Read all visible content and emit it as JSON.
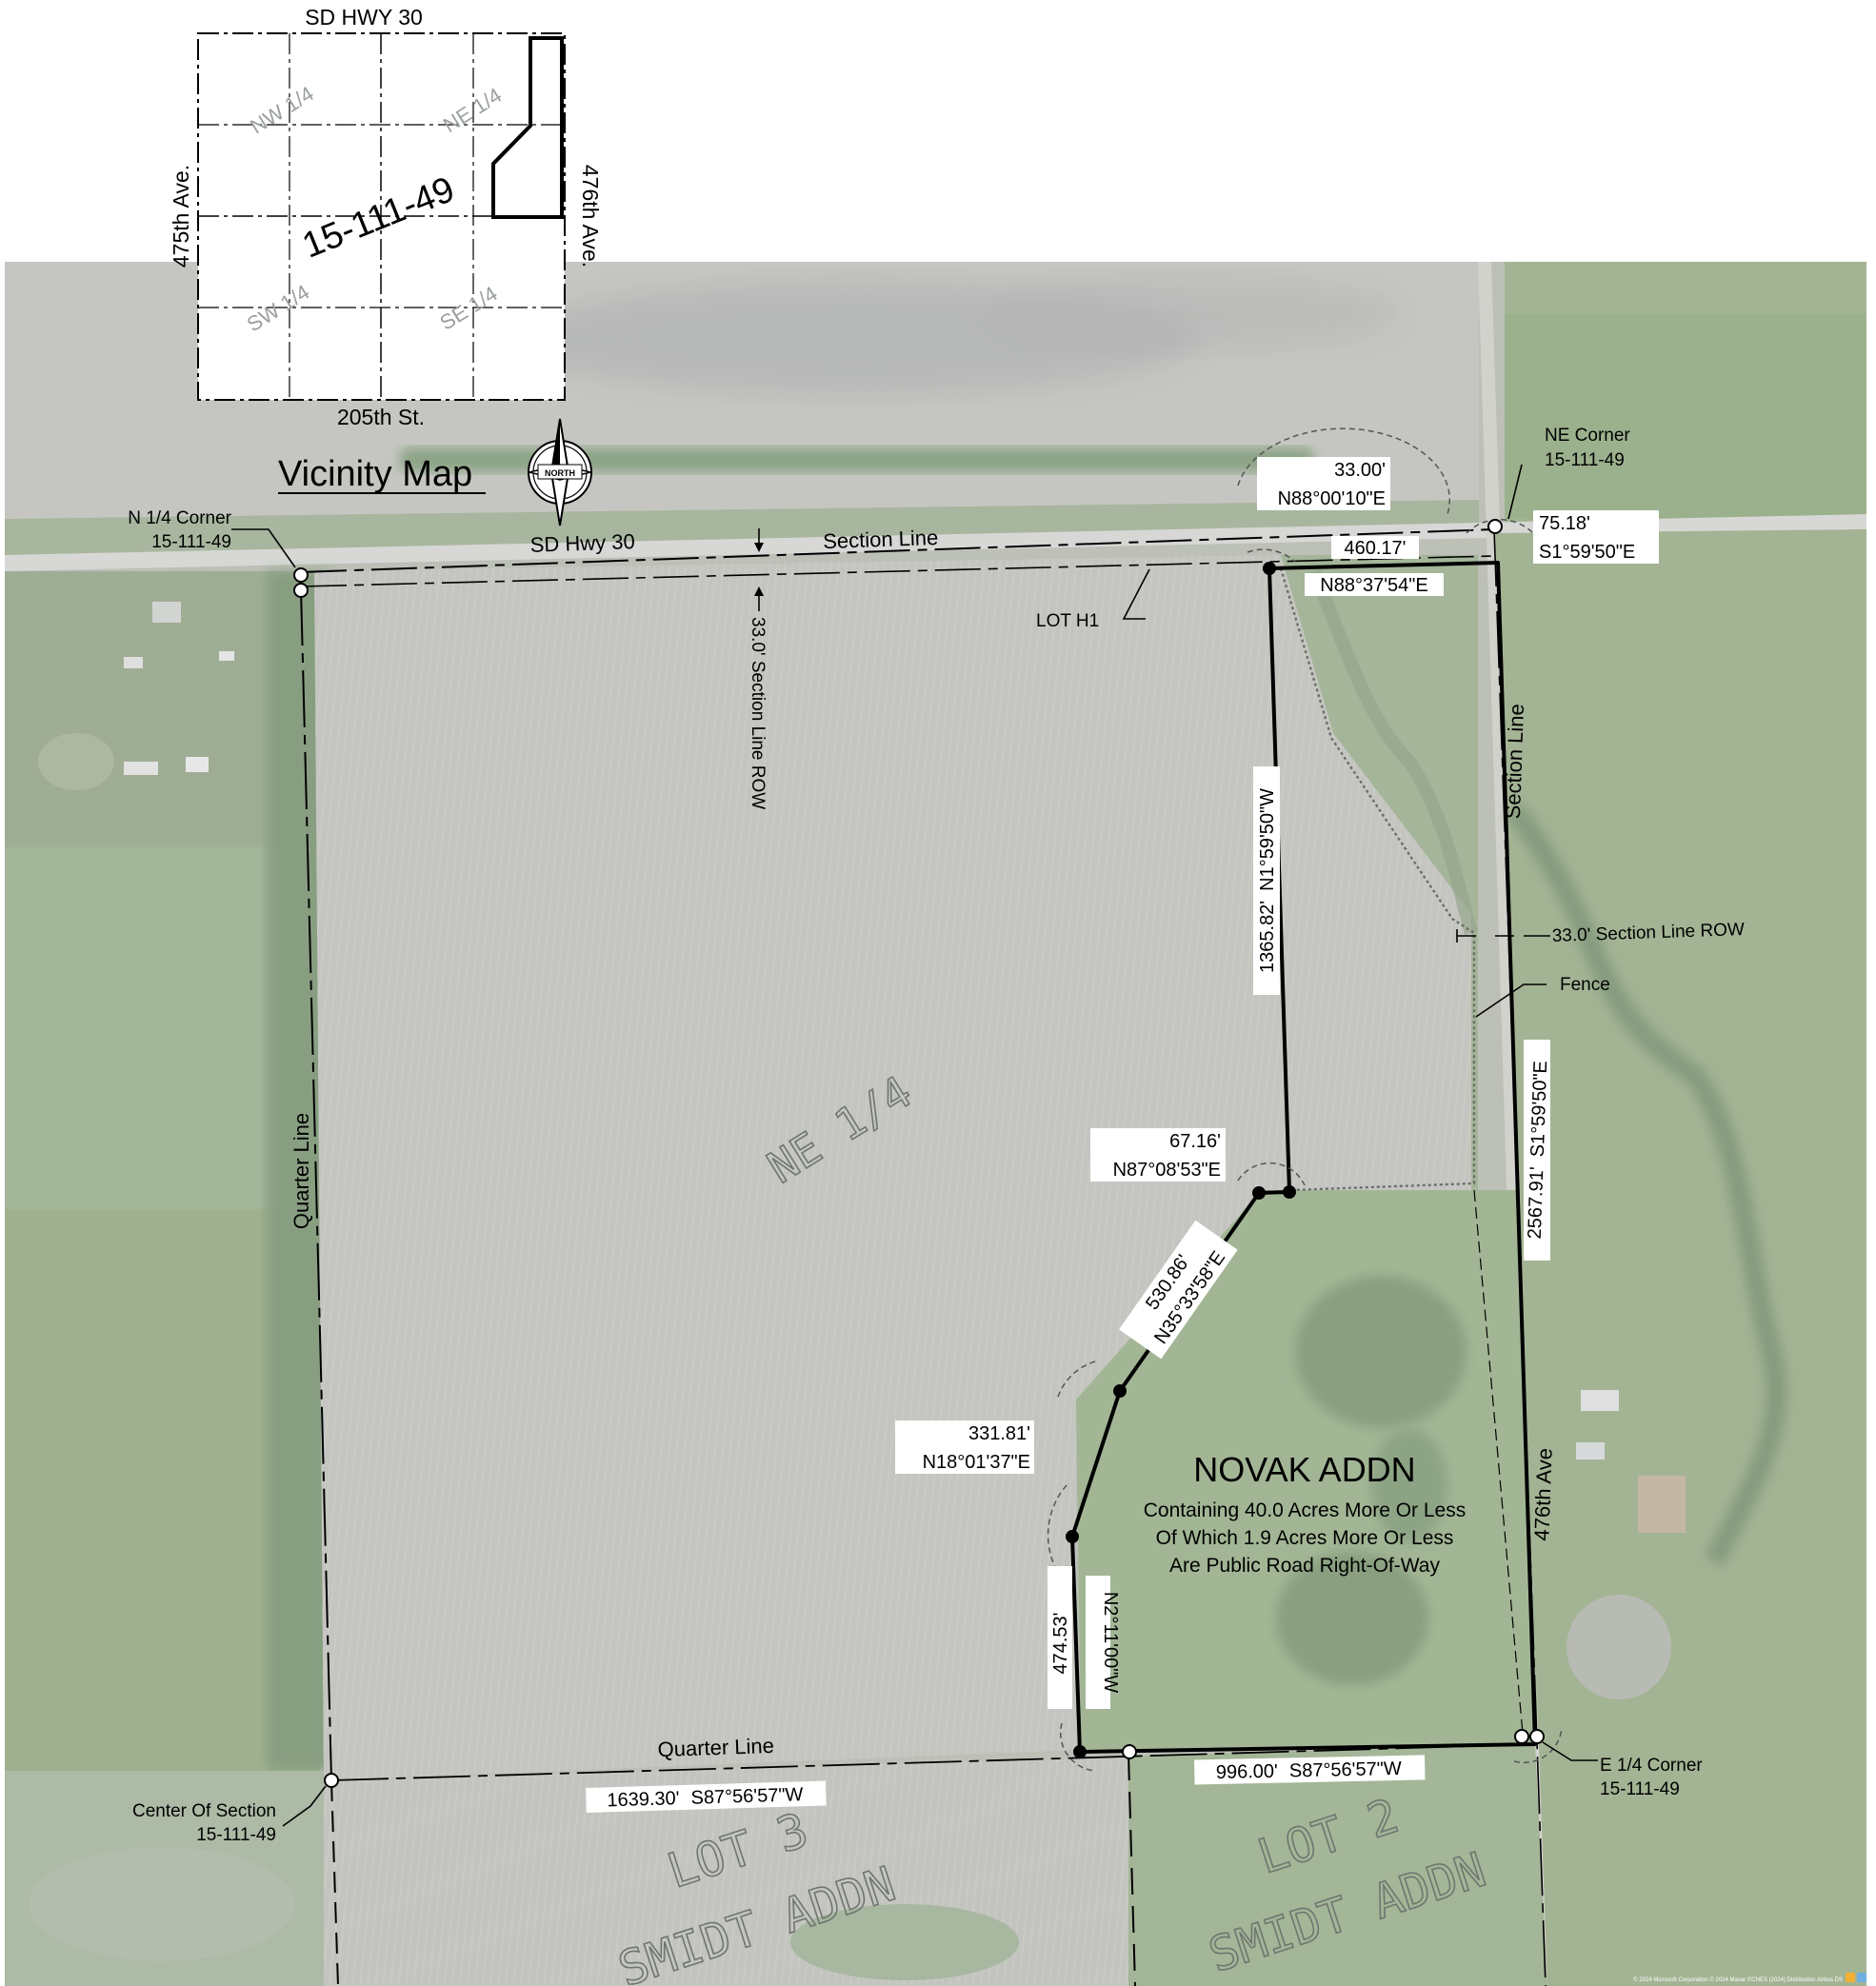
{
  "vicinity_map": {
    "title": "Vicinity Map",
    "north_label": "NORTH",
    "section_label": "15-111-49",
    "top_road": "SD HWY 30",
    "bottom_road": "205th St.",
    "left_road": "475th Ave.",
    "right_road": "476th Ave.",
    "quarters": {
      "nw": "NW 1/4",
      "ne": "NE 1/4",
      "sw": "SW 1/4",
      "se": "SE 1/4"
    }
  },
  "roads": {
    "highway": "SD Hwy 30",
    "avenue": "476th Ave"
  },
  "lines": {
    "section_line_top": "Section Line",
    "section_line_right": "Section Line",
    "quarter_line_left": "Quarter Line",
    "quarter_line_bottom": "Quarter Line",
    "row_left": "33.0' Section Line ROW",
    "row_right": "33.0' Section Line ROW",
    "fence": "Fence",
    "lot_h1": "LOT H1"
  },
  "corners": {
    "n_quarter": [
      "N 1/4 Corner",
      "15-111-49"
    ],
    "ne": [
      "NE Corner",
      "15-111-49"
    ],
    "center": [
      "Center Of Section",
      "15-111-49"
    ],
    "e_quarter": [
      "E 1/4 Corner",
      "15-111-49"
    ]
  },
  "parcel": {
    "name": "NOVAK ADDN",
    "description": [
      "Containing 40.0 Acres More Or Less",
      "Of Which 1.9 Acres More Or Less",
      "Are Public Road Right-Of-Way"
    ]
  },
  "calls": {
    "ne_tie": {
      "distance": "33.00'",
      "bearing": "N88°00'10\"E"
    },
    "ne_row": {
      "distance": "75.18'",
      "bearing": "S1°59'50\"E"
    },
    "north_line": {
      "distance": "460.17'",
      "bearing": "N88°37'54\"E"
    },
    "west_upper": {
      "distance": "1365.82'",
      "bearing": "N1°59'50\"W"
    },
    "jog": {
      "distance": "67.16'",
      "bearing": "N87°08'53\"E"
    },
    "diag_upper": {
      "distance": "530.86'",
      "bearing": "N35°33'58\"E"
    },
    "diag_lower": {
      "distance": "331.81'",
      "bearing": "N18°01'37\"E"
    },
    "west_lower": {
      "distance": "474.53'",
      "bearing": "N2°11'00\"W"
    },
    "south_left": {
      "distance": "1639.30'",
      "bearing": "S87°56'57\"W"
    },
    "south_right": {
      "distance": "996.00'",
      "bearing": "S87°56'57\"W"
    },
    "east_line": {
      "distance": "2567.91'",
      "bearing": "S1°59'50\"E"
    }
  },
  "areas": {
    "ne_quarter": "NE 1/4",
    "lot3": [
      "LOT 3",
      "SMIDT ADDN"
    ],
    "lot2": [
      "LOT 2",
      "SMIDT ADDN"
    ]
  },
  "attribution": "© 2024 Microsoft Corporation © 2024 Maxar ©CNES (2024) Distribution Airbus DS",
  "colors": {
    "field": "#b7b8b1",
    "grass": "#8ea17e",
    "woods": "#6f8a68",
    "boundary": "#000000"
  }
}
